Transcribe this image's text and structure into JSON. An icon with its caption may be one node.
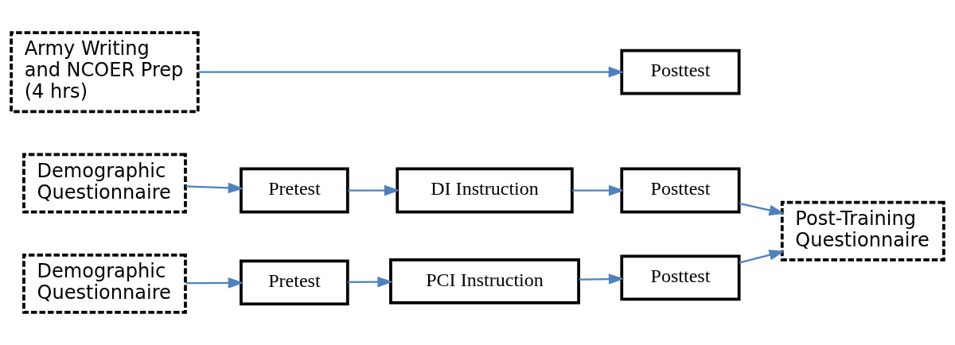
{
  "diagram": {
    "nodes": [
      {
        "text": [
          "Demographic Questionnaire"
        ]
      },
      {
        "text": [
          "Pretest"
        ]
      },
      {
        "text": [
          "DI Instruction"
        ]
      },
      {
        "text": [
          "Posttest"
        ]
      },
      {
        "text": [
          "Post-Training Questionnaire"
        ]
      },
      {
        "text": [
          "Demographic Questionnaire"
        ]
      },
      {
        "text": [
          "Pretest"
        ]
      },
      {
        "text": [
          "PCI Instruction"
        ]
      },
      {
        "text": [
          "Posttest"
        ]
      },
      {
        "text": [
          "Army Writing and NCOER Prep (4 hrs)"
        ]
      },
      {
        "text": [
          "Posttest"
        ]
      }
    ],
    "edges": [
      {
        "from": 0,
        "to": 1,
        "arrow": "to"
      },
      {
        "from": 1,
        "to": 2,
        "arrow": "to"
      },
      {
        "from": 2,
        "to": 3,
        "arrow": "to"
      },
      {
        "from": 3,
        "to": 4,
        "arrow": "to"
      },
      {
        "from": 5,
        "to": 6,
        "arrow": "to"
      },
      {
        "from": 6,
        "to": 7,
        "arrow": "to"
      },
      {
        "from": 7,
        "to": 8,
        "arrow": "to"
      },
      {
        "from": 8,
        "to": 4,
        "arrow": "to"
      },
      {
        "from": 9,
        "to": 10,
        "arrow": "to"
      }
    ]
  }
}
